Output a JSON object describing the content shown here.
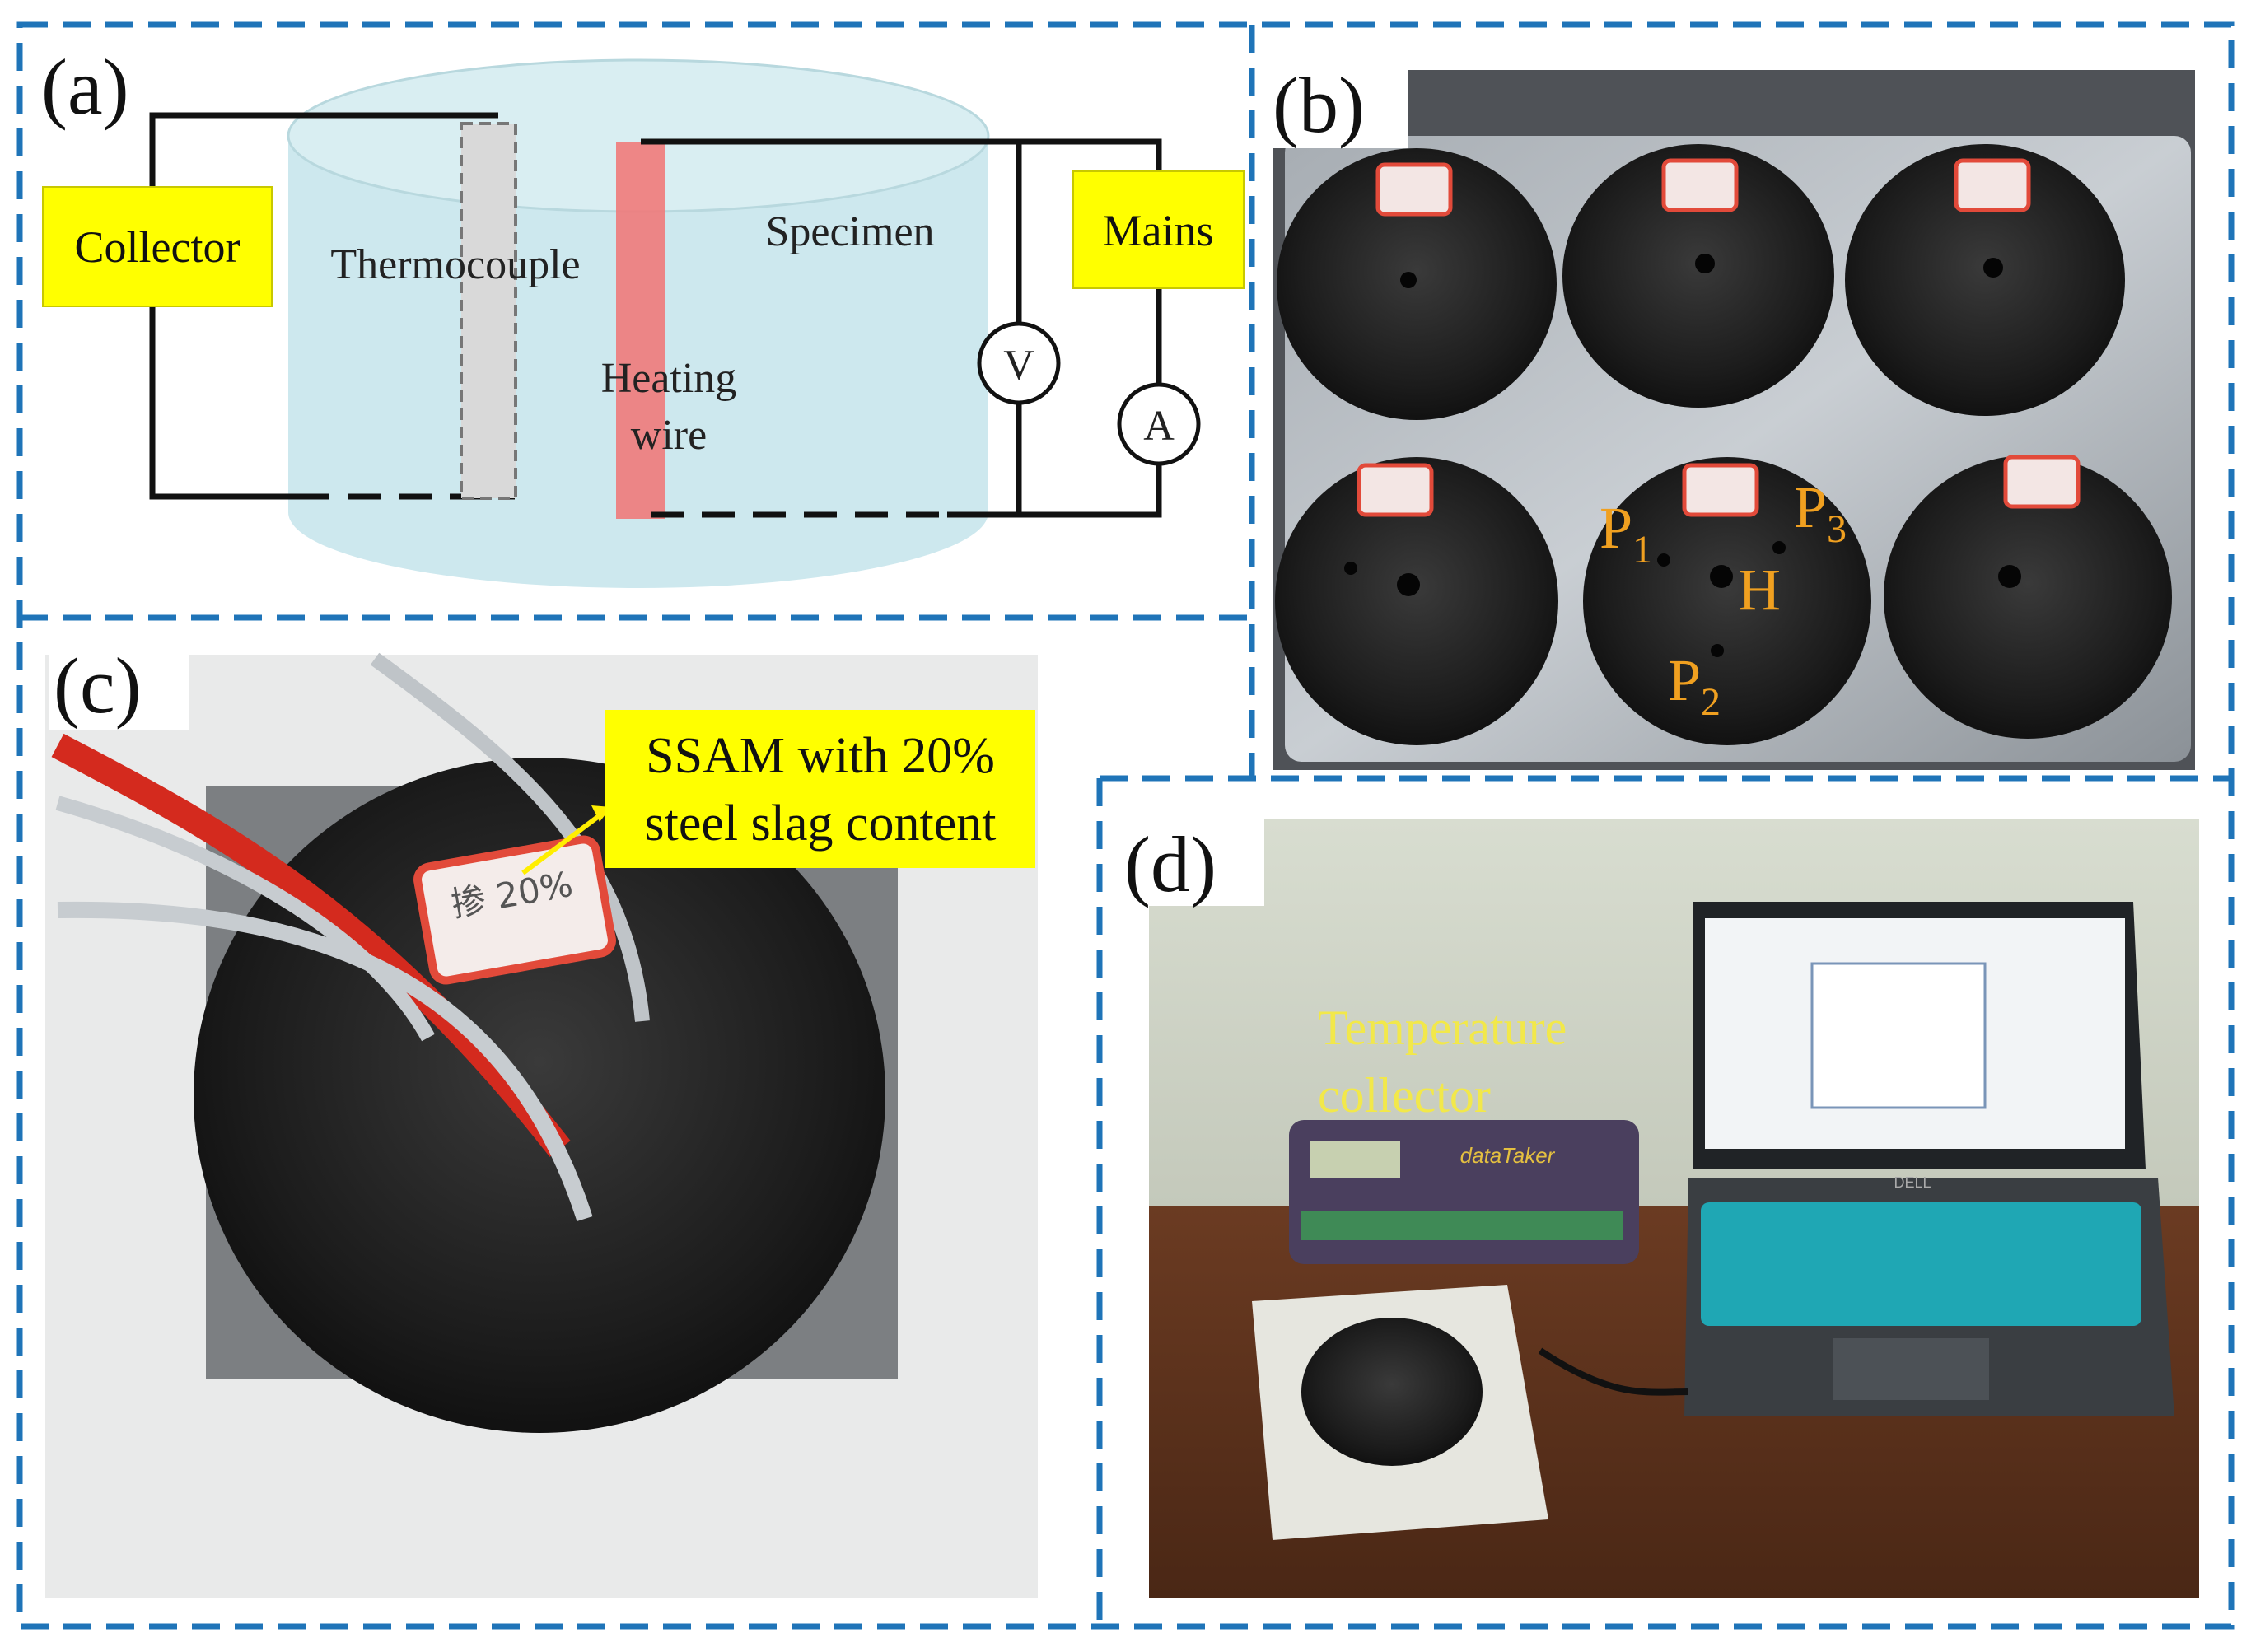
{
  "panels": {
    "a": {
      "letter": "(a)",
      "collector": "Collector",
      "mains": "Mains",
      "thermocouple": "Thermocouple",
      "specimen": "Specimen",
      "heating_line1": "Heating",
      "heating_line2": "wire",
      "voltmeter": "V",
      "ammeter": "A"
    },
    "b": {
      "letter": "(b)",
      "p1": "P",
      "p1_sub": "1",
      "p2": "P",
      "p2_sub": "2",
      "p3": "P",
      "p3_sub": "3",
      "h": "H"
    },
    "c": {
      "letter": "(c)",
      "callout_line1": "SSAM with 20%",
      "callout_line2": "steel slag content",
      "specimen_tag": "掺 20%"
    },
    "d": {
      "letter": "(d)",
      "collector_line1": "Temperature",
      "collector_line2": "collector",
      "laptop_brand": "DELL",
      "logger_brand": "dataTaker"
    }
  },
  "colors": {
    "frame_dash": "#1f74b8",
    "label_yellow": "#ffff00",
    "orange_text": "#f0a020",
    "yellow_text": "#f2e84a",
    "cylinder_fill": "#cde8ee",
    "heating_wire": "#f07a7a",
    "thermocouple": "#d9d9d9"
  }
}
